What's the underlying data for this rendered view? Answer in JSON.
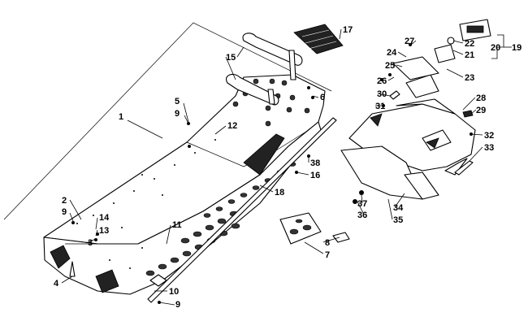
{
  "diagram": {
    "callouts": [
      {
        "id": "1",
        "label": "1"
      },
      {
        "id": "2",
        "label": "2"
      },
      {
        "id": "3",
        "label": "3"
      },
      {
        "id": "4",
        "label": "4"
      },
      {
        "id": "5",
        "label": "5"
      },
      {
        "id": "6",
        "label": "6"
      },
      {
        "id": "7",
        "label": "7"
      },
      {
        "id": "8",
        "label": "8"
      },
      {
        "id": "9a",
        "label": "9"
      },
      {
        "id": "9b",
        "label": "9"
      },
      {
        "id": "9c",
        "label": "9"
      },
      {
        "id": "10",
        "label": "10"
      },
      {
        "id": "11",
        "label": "11"
      },
      {
        "id": "12",
        "label": "12"
      },
      {
        "id": "13",
        "label": "13"
      },
      {
        "id": "14",
        "label": "14"
      },
      {
        "id": "15",
        "label": "15"
      },
      {
        "id": "16",
        "label": "16"
      },
      {
        "id": "17",
        "label": "17"
      },
      {
        "id": "18",
        "label": "18"
      },
      {
        "id": "19",
        "label": "19"
      },
      {
        "id": "20",
        "label": "20"
      },
      {
        "id": "21",
        "label": "21"
      },
      {
        "id": "22",
        "label": "22"
      },
      {
        "id": "23",
        "label": "23"
      },
      {
        "id": "24",
        "label": "24"
      },
      {
        "id": "25",
        "label": "25"
      },
      {
        "id": "26",
        "label": "26"
      },
      {
        "id": "27",
        "label": "27"
      },
      {
        "id": "28",
        "label": "28"
      },
      {
        "id": "29",
        "label": "29"
      },
      {
        "id": "30",
        "label": "30"
      },
      {
        "id": "31",
        "label": "31"
      },
      {
        "id": "32",
        "label": "32"
      },
      {
        "id": "33",
        "label": "33"
      },
      {
        "id": "34",
        "label": "34"
      },
      {
        "id": "35",
        "label": "35"
      },
      {
        "id": "36",
        "label": "36"
      },
      {
        "id": "37",
        "label": "37"
      },
      {
        "id": "38",
        "label": "38"
      }
    ]
  }
}
